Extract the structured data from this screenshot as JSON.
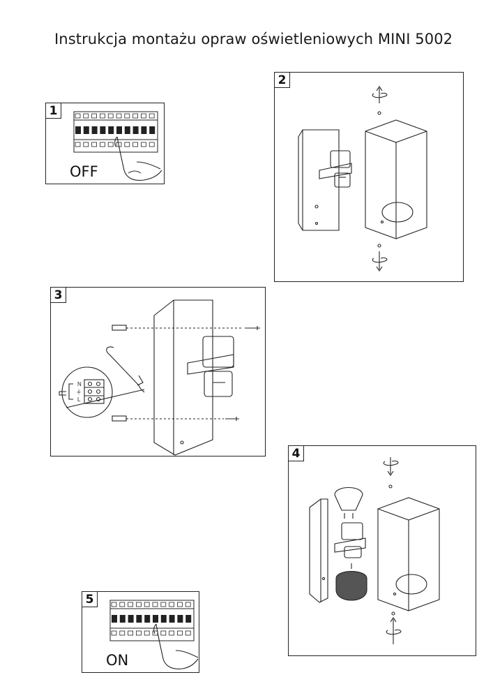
{
  "title": "Instrukcja montażu opraw oświetleniowych MINI 5002",
  "steps": [
    {
      "number": "1",
      "label": "OFF"
    },
    {
      "number": "2"
    },
    {
      "number": "3",
      "terminal_labels": [
        "N",
        "⏚",
        "L"
      ]
    },
    {
      "number": "4"
    },
    {
      "number": "5",
      "label": "ON"
    }
  ]
}
